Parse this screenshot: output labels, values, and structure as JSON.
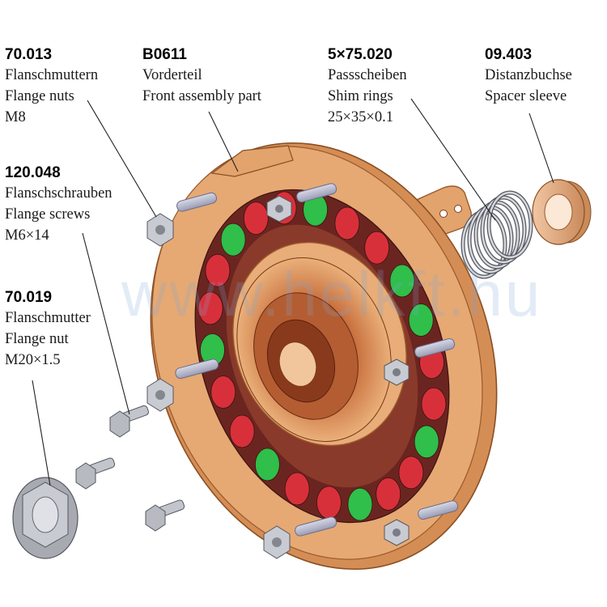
{
  "watermark": "www.helkft.hu",
  "labels": {
    "flange_nuts": {
      "code": "70.013",
      "line1": "Flanschmuttern",
      "line2": "Flange nuts",
      "line3": "M8"
    },
    "front_assembly": {
      "code": "B0611",
      "line1": "Vorderteil",
      "line2": "Front assembly part"
    },
    "shim_rings": {
      "code": "5×75.020",
      "line1": "Passscheiben",
      "line2": "Shim rings",
      "line3": "25×35×0.1"
    },
    "spacer_sleeve": {
      "code": "09.403",
      "line1": "Distanzbuchse",
      "line2": "Spacer sleeve"
    },
    "flange_screws": {
      "code": "120.048",
      "line1": "Flanschschrauben",
      "line2": "Flange screws",
      "line3": "M6×14"
    },
    "flange_nut": {
      "code": "70.019",
      "line1": "Flanschmutter",
      "line2": "Flange nut",
      "line3": "M20×1.5"
    }
  },
  "colors": {
    "housing": "#e2a36c",
    "housing_dark": "#b8703e",
    "rotor_red": "#d8303a",
    "rotor_green": "#2fbf4a",
    "metal": "#b9bcc4",
    "spacer": "#e7b48e",
    "callout": "#222222"
  }
}
